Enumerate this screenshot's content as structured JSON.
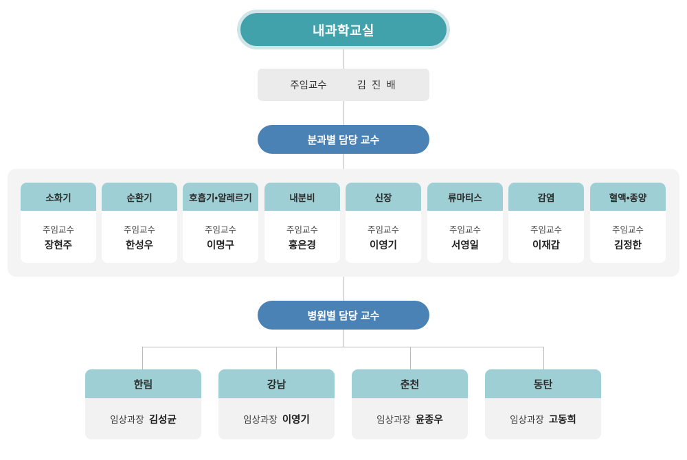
{
  "root": {
    "title": "내과학교실",
    "head": {
      "role": "주임교수",
      "name": "김 진 배"
    }
  },
  "sections": {
    "division_label": "분과별 담당 교수",
    "hospital_label": "병원별 담당 교수"
  },
  "divisions": [
    {
      "name": "소화기",
      "role": "주임교수",
      "professor": "장현주"
    },
    {
      "name": "순환기",
      "role": "주임교수",
      "professor": "한성우"
    },
    {
      "name": "호흡기•알레르기",
      "role": "주임교수",
      "professor": "이명구"
    },
    {
      "name": "내분비",
      "role": "주임교수",
      "professor": "홍은경"
    },
    {
      "name": "신장",
      "role": "주임교수",
      "professor": "이영기"
    },
    {
      "name": "류마티스",
      "role": "주임교수",
      "professor": "서영일"
    },
    {
      "name": "감염",
      "role": "주임교수",
      "professor": "이재갑"
    },
    {
      "name": "혈액•종양",
      "role": "주임교수",
      "professor": "김정한"
    }
  ],
  "hospitals": [
    {
      "name": "한림",
      "role": "임상과장",
      "professor": "김성균"
    },
    {
      "name": "강남",
      "role": "임상과장",
      "professor": "이영기"
    },
    {
      "name": "춘천",
      "role": "임상과장",
      "professor": "윤종우"
    },
    {
      "name": "동탄",
      "role": "임상과장",
      "professor": "고동희"
    }
  ],
  "colors": {
    "title_teal": "#42a2ab",
    "title_ring": "#cfe5e7",
    "pill_blue": "#4a82b5",
    "card_header_teal": "#9ecfd4",
    "panel_gray": "#f4f4f4",
    "bar_gray": "#ebebeb",
    "line_gray": "#b9b9b9"
  }
}
